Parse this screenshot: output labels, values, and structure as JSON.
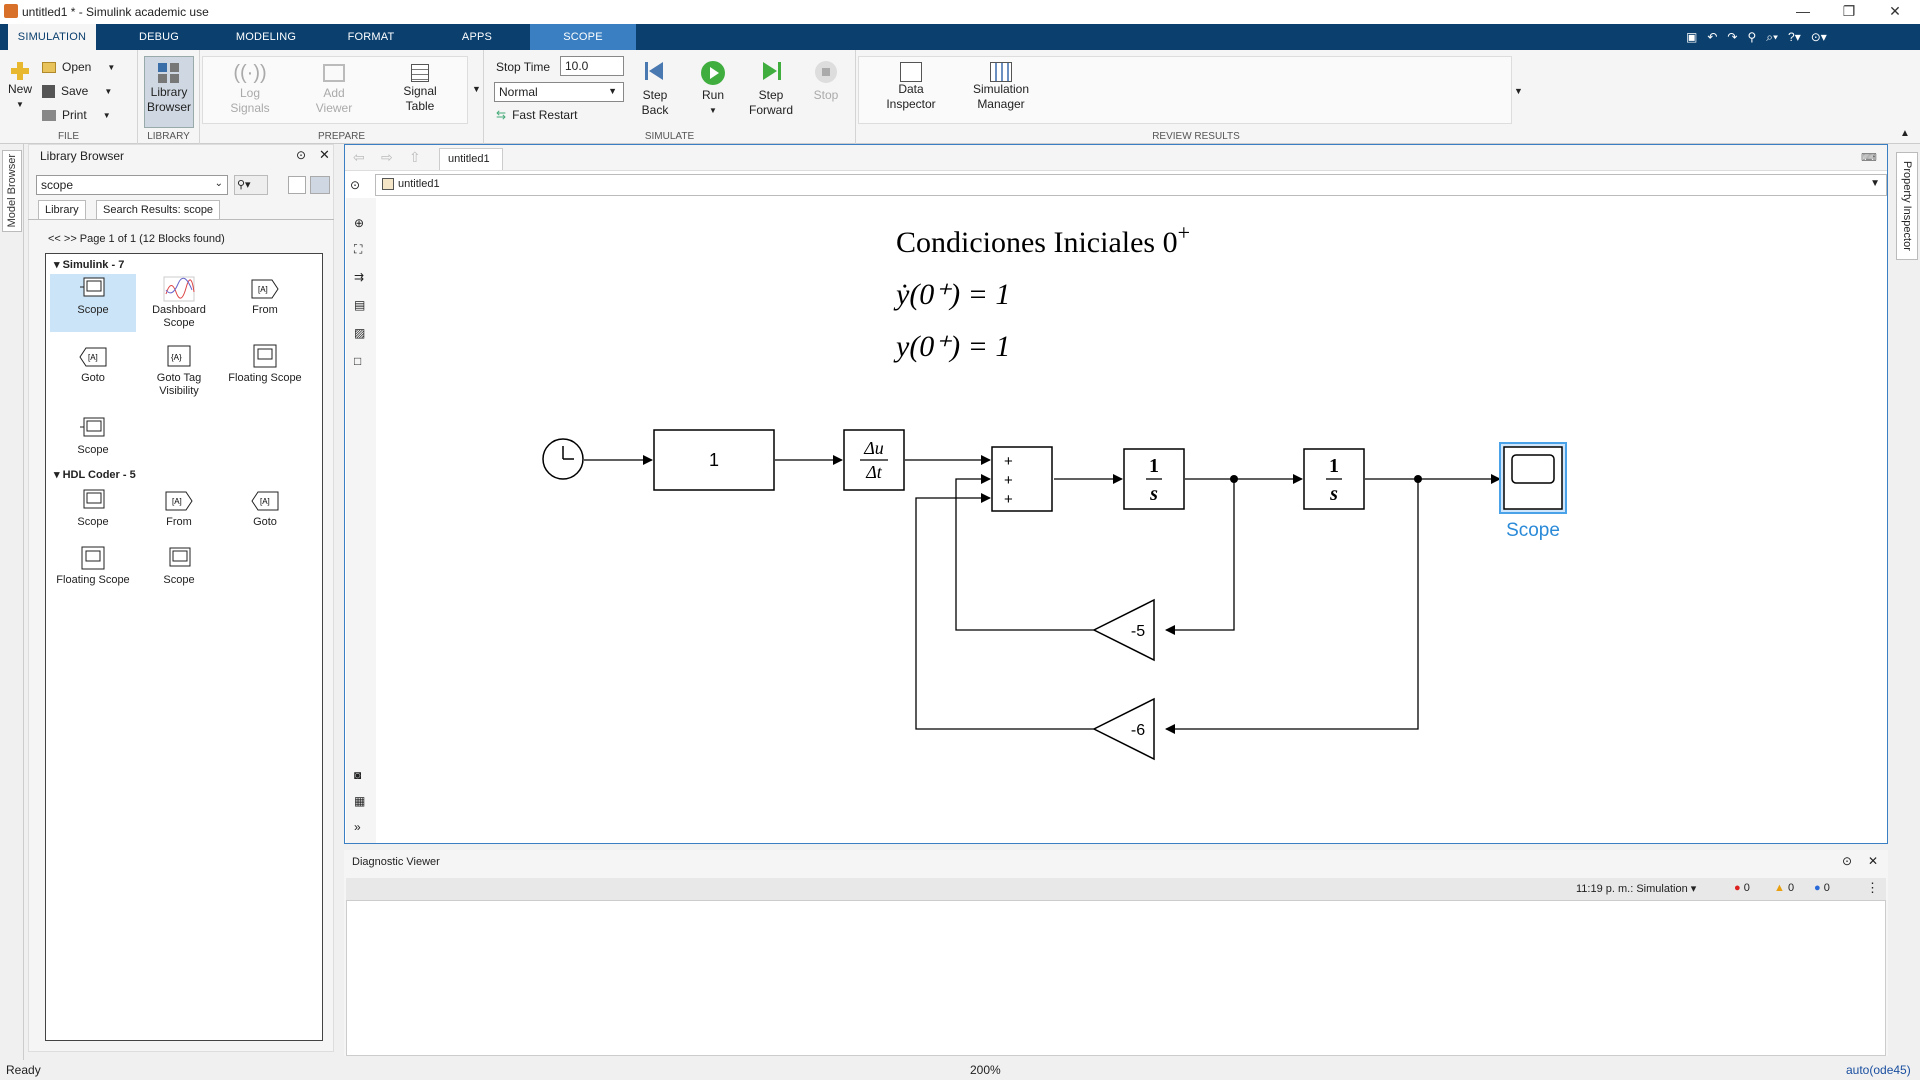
{
  "window": {
    "title": "untitled1 * - Simulink academic use"
  },
  "tabs": [
    "SIMULATION",
    "DEBUG",
    "MODELING",
    "FORMAT",
    "APPS",
    "SCOPE"
  ],
  "file_group": {
    "new": "New",
    "open": "Open",
    "save": "Save",
    "print": "Print",
    "label": "FILE"
  },
  "library_group": {
    "library_browser_line1": "Library",
    "library_browser_line2": "Browser",
    "label": "LIBRARY"
  },
  "prepare_group": {
    "log_signals_1": "Log",
    "log_signals_2": "Signals",
    "add_viewer_1": "Add",
    "add_viewer_2": "Viewer",
    "signal_table_1": "Signal",
    "signal_table_2": "Table",
    "label": "PREPARE"
  },
  "simulate_group": {
    "stop_time_label": "Stop Time",
    "stop_time_value": "10.0",
    "mode": "Normal",
    "fast_restart": "Fast Restart",
    "step_back_1": "Step",
    "step_back_2": "Back",
    "run": "Run",
    "step_forward_1": "Step",
    "step_forward_2": "Forward",
    "stop": "Stop",
    "label": "SIMULATE"
  },
  "review_group": {
    "data_inspector_1": "Data",
    "data_inspector_2": "Inspector",
    "sim_manager_1": "Simulation",
    "sim_manager_2": "Manager",
    "label": "REVIEW RESULTS"
  },
  "left_strip": {
    "model_browser": "Model Browser"
  },
  "right_strip": {
    "property_inspector": "Property Inspector"
  },
  "library_browser": {
    "title": "Library Browser",
    "search_value": "scope",
    "tab_library": "Library",
    "tab_search": "Search Results: scope",
    "paging": "<< >> Page 1 of 1 (12 Blocks found)",
    "section1": "Simulink - 7",
    "section2": "HDL Coder - 5",
    "simulink_blocks": [
      "Scope",
      "Dashboard Scope",
      "From",
      "Goto",
      "Goto Tag Visibility",
      "Floating Scope",
      "Scope"
    ],
    "hdl_blocks": [
      "Scope",
      "From",
      "Goto",
      "Floating Scope",
      "Scope"
    ]
  },
  "editor": {
    "tab": "untitled1",
    "breadcrumb": "untitled1"
  },
  "diagram": {
    "annotation_title": "Condiciones Iniciales 0",
    "annotation_sup": "+",
    "eq1": "ẏ(0⁺) = 1",
    "eq2": "y(0⁺) = 1",
    "const_value": "1",
    "deriv_num": "Δu",
    "deriv_den": "Δt",
    "sum_signs": [
      "+",
      "+",
      "+"
    ],
    "int_num": "1",
    "int_den": "s",
    "gain1": "-5",
    "gain2": "-6",
    "scope_label": "Scope"
  },
  "diagnostic_viewer": {
    "title": "Diagnostic Viewer",
    "timestamp": "11:19 p. m.: Simulation",
    "errors": "0",
    "warnings": "0",
    "infos": "0"
  },
  "status": {
    "left": "Ready",
    "zoom": "200%",
    "solver": "auto(ode45)"
  }
}
